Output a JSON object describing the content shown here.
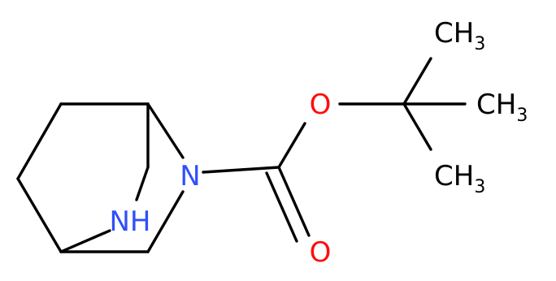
{
  "molecule": {
    "colors": {
      "bond": "#000000",
      "carbon": "#000000",
      "nitrogen": "#3050F8",
      "oxygen": "#FF0D0D"
    },
    "atoms": [
      {
        "id": "c1",
        "element": "C",
        "label": "CH",
        "sub": "3"
      },
      {
        "id": "c2",
        "element": "C",
        "label": "CH",
        "sub": "3"
      },
      {
        "id": "c3",
        "element": "C",
        "label": "CH",
        "sub": "3"
      },
      {
        "id": "o_ester",
        "element": "O",
        "label": "O"
      },
      {
        "id": "o_carbonyl",
        "element": "O",
        "label": "O"
      },
      {
        "id": "n_carbamate",
        "element": "N",
        "label": "N"
      },
      {
        "id": "n_amine",
        "element": "N",
        "label": "NH"
      }
    ]
  }
}
